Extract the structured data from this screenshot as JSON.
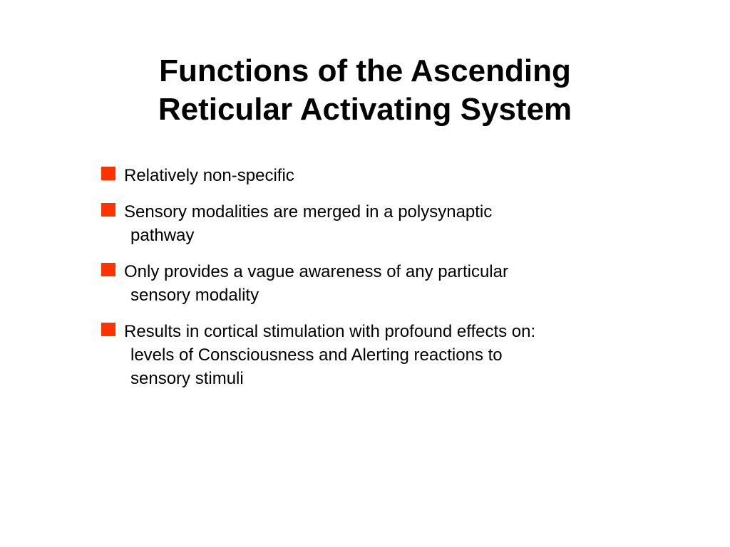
{
  "slide": {
    "title_lines": [
      "Functions of the Ascending",
      "Reticular Activating System"
    ],
    "bullet_color": "#ff3300",
    "bullets": [
      {
        "lines": [
          "Relatively non-specific"
        ]
      },
      {
        "lines": [
          "Sensory modalities are merged in a polysynaptic",
          "pathway"
        ]
      },
      {
        "lines": [
          "Only provides a vague awareness of any particular",
          "sensory modality"
        ]
      },
      {
        "lines": [
          "Results in cortical stimulation with profound effects on:",
          "levels of Consciousness and Alerting reactions to",
          "sensory stimuli"
        ]
      }
    ]
  }
}
